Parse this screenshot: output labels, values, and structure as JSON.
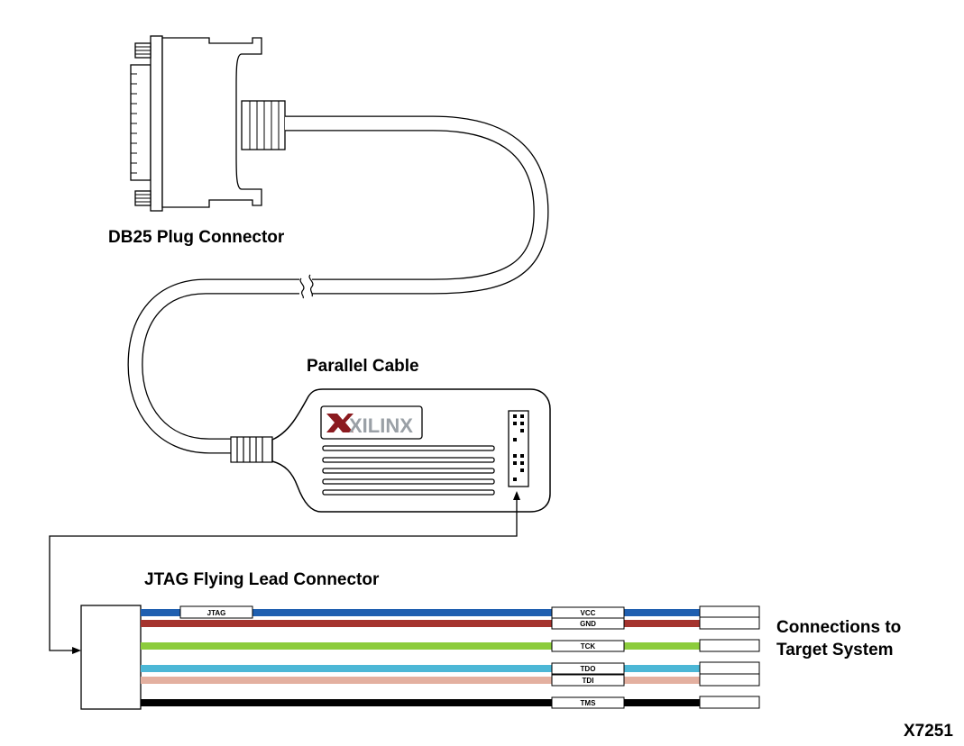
{
  "labels": {
    "db25": "DB25 Plug Connector",
    "parallel": "Parallel Cable",
    "jtag_connector": "JTAG Flying Lead Connector",
    "target_line1": "Connections to",
    "target_line2": "Target System",
    "figure_id": "X7251"
  },
  "logo": {
    "text": "XILINX",
    "mark_color": "#8b1a1f",
    "text_color": "#9aa0a6"
  },
  "jtag_tag": "JTAG",
  "wires": [
    {
      "name": "VCC",
      "color": "#1f5fb0"
    },
    {
      "name": "GND",
      "color": "#a5342e"
    },
    {
      "name": "TCK",
      "color": "#8ccc3c"
    },
    {
      "name": "TDO",
      "color": "#4cb7d6"
    },
    {
      "name": "TDI",
      "color": "#e3b0a0"
    },
    {
      "name": "TMS",
      "color": "#000000"
    }
  ]
}
